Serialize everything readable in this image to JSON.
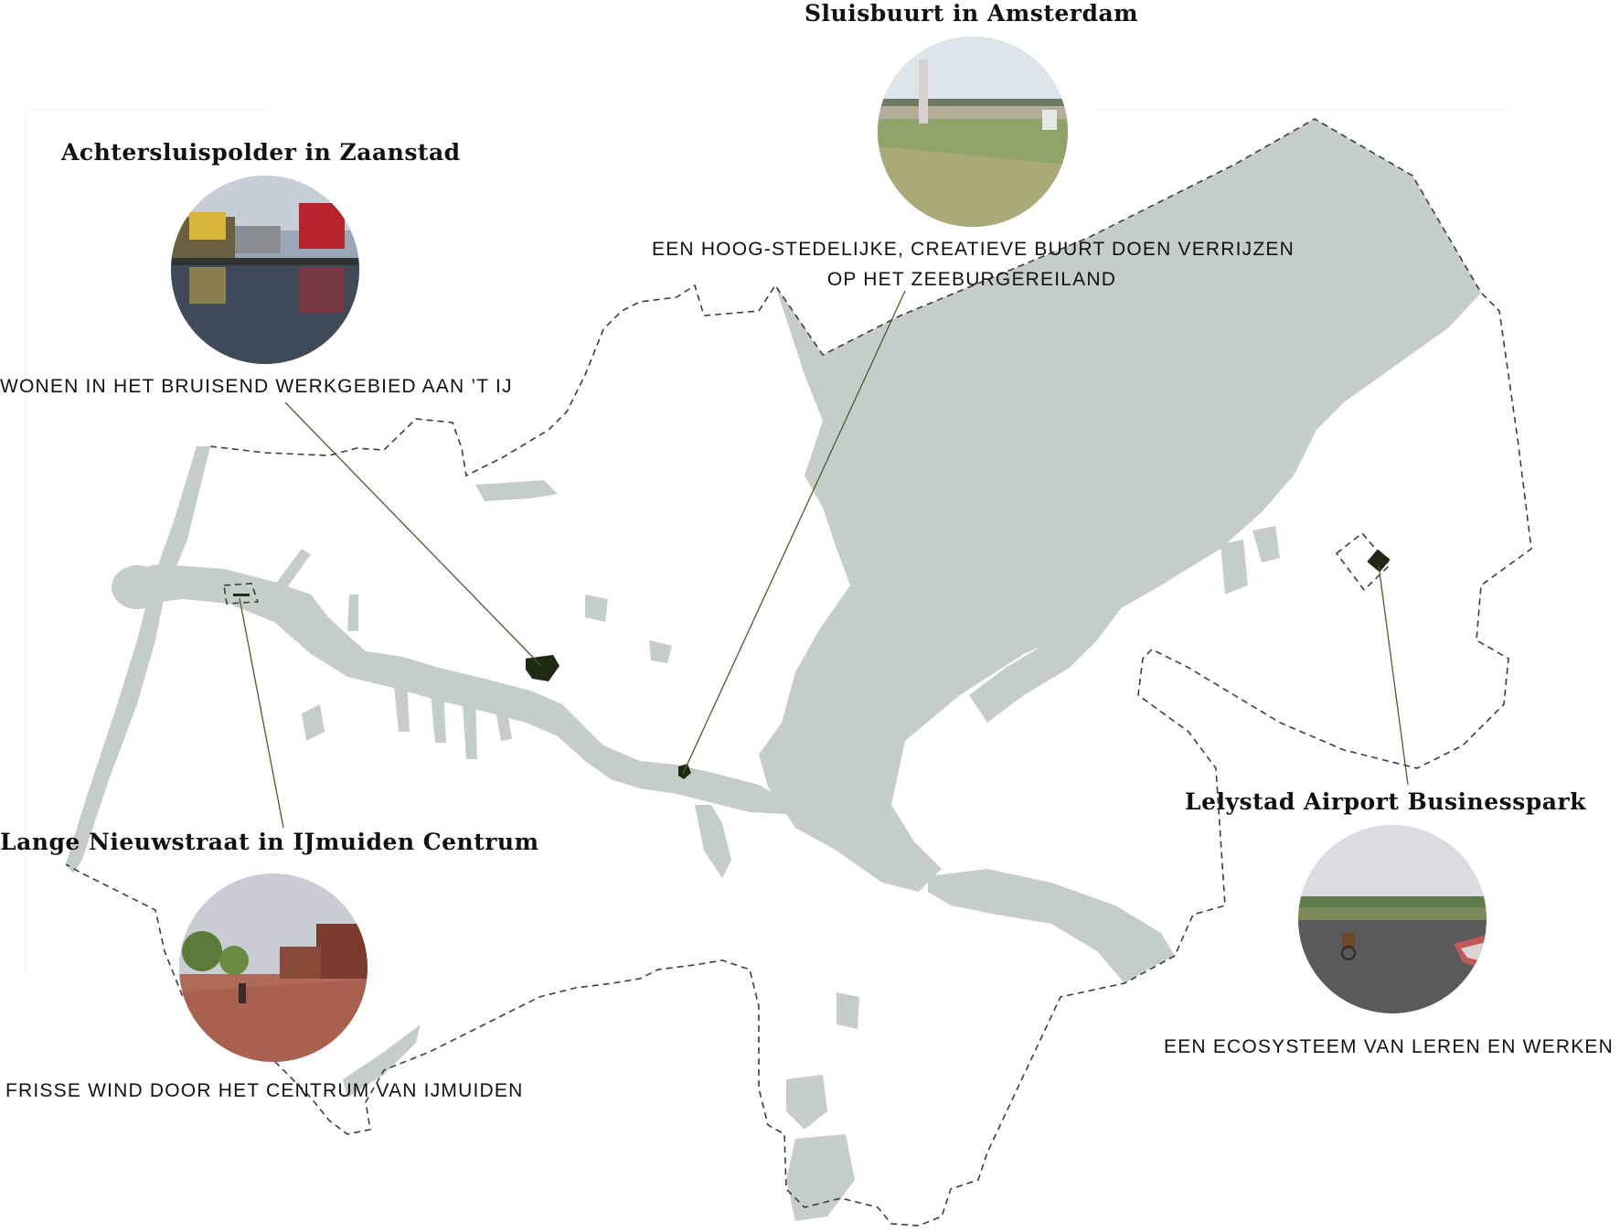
{
  "map": {
    "colors": {
      "water": "#c5cdc9",
      "land": "#ffffff",
      "boundary": "#3a3f37",
      "leader": "#4c5a32",
      "site": "#1f2a14"
    },
    "boundary_style": "dashed"
  },
  "projects": [
    {
      "title": "Achtersluispolder in Zaanstad",
      "caption": "WONEN IN HET BRUISEND WERKGEBIED AAN ’T IJ",
      "photo": "harbour-with-ships-photo"
    },
    {
      "title": "Sluisbuurt in Amsterdam",
      "caption": "EEN HOOG-STEDELIJKE, CREATIEVE BUURT DOEN VERRIJZEN OP HET ZEEBURGEREILAND",
      "caption_lines": [
        "EEN HOOG-STEDELIJKE, CREATIEVE BUURT DOEN VERRIJZEN",
        "OP HET ZEEBURGEREILAND"
      ],
      "photo": "empty-grass-field-photo"
    },
    {
      "title": "Lange Nieuwstraat in IJmuiden Centrum",
      "caption": "FRISSE WIND DOOR HET CENTRUM VAN IJMUIDEN",
      "photo": "pedestrian-street-photo"
    },
    {
      "title": "Lelystad Airport Businesspark",
      "caption": "EEN ECOSYSTEEM VAN LEREN EN WERKEN",
      "photo": "cyclist-on-road-photo"
    }
  ]
}
